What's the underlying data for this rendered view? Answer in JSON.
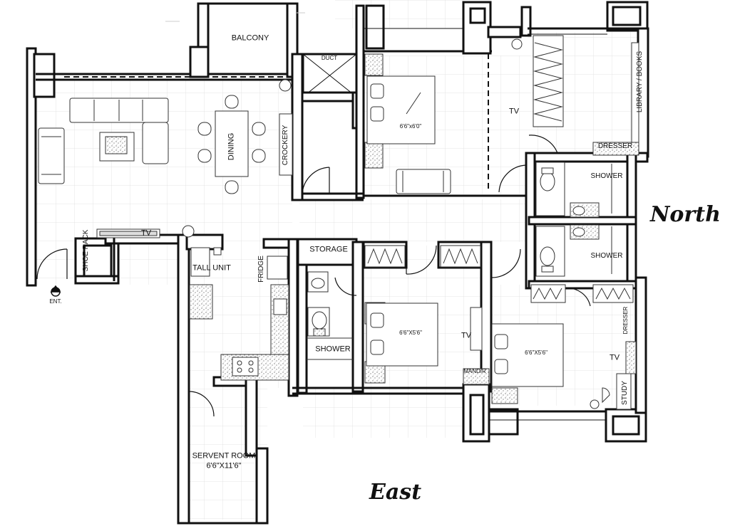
{
  "labels": {
    "balcony": "BALCONY",
    "duct": "DUCT",
    "dining": "DINING",
    "crockery": "CROCKERY",
    "tv_living": "TV",
    "shoe_rack": "SHOE RACK",
    "entrance": "ENT.",
    "tall_unit": "TALL UNIT",
    "fridge": "FRIDGE",
    "storage": "STORAGE",
    "shower_left": "SHOWER",
    "bed_master_size": "6'6\"x6'0\"",
    "tv_master": "TV",
    "library": "LIBRARY / BOOKS",
    "dresser_top": "DRESSER",
    "shower_top": "SHOWER",
    "shower_mid": "SHOWER",
    "bed_mid_size": "6'6\"X5'6\"",
    "tv_mid": "TV",
    "mandir": "MANDIR",
    "bed_right_size": "6'6\"X5'6\"",
    "tv_right": "TV",
    "dresser_right": "DRESSER",
    "study": "STUDY",
    "servant_room": "SERVENT ROOM",
    "servant_size": "6'6\"X11'6\""
  },
  "compass": {
    "north": "North",
    "east": "East"
  },
  "colors": {
    "wall": "#111111",
    "wall_fill": "#ffffff",
    "floor_grid": "#d6d6d6",
    "granite": "#9a9a9a"
  }
}
